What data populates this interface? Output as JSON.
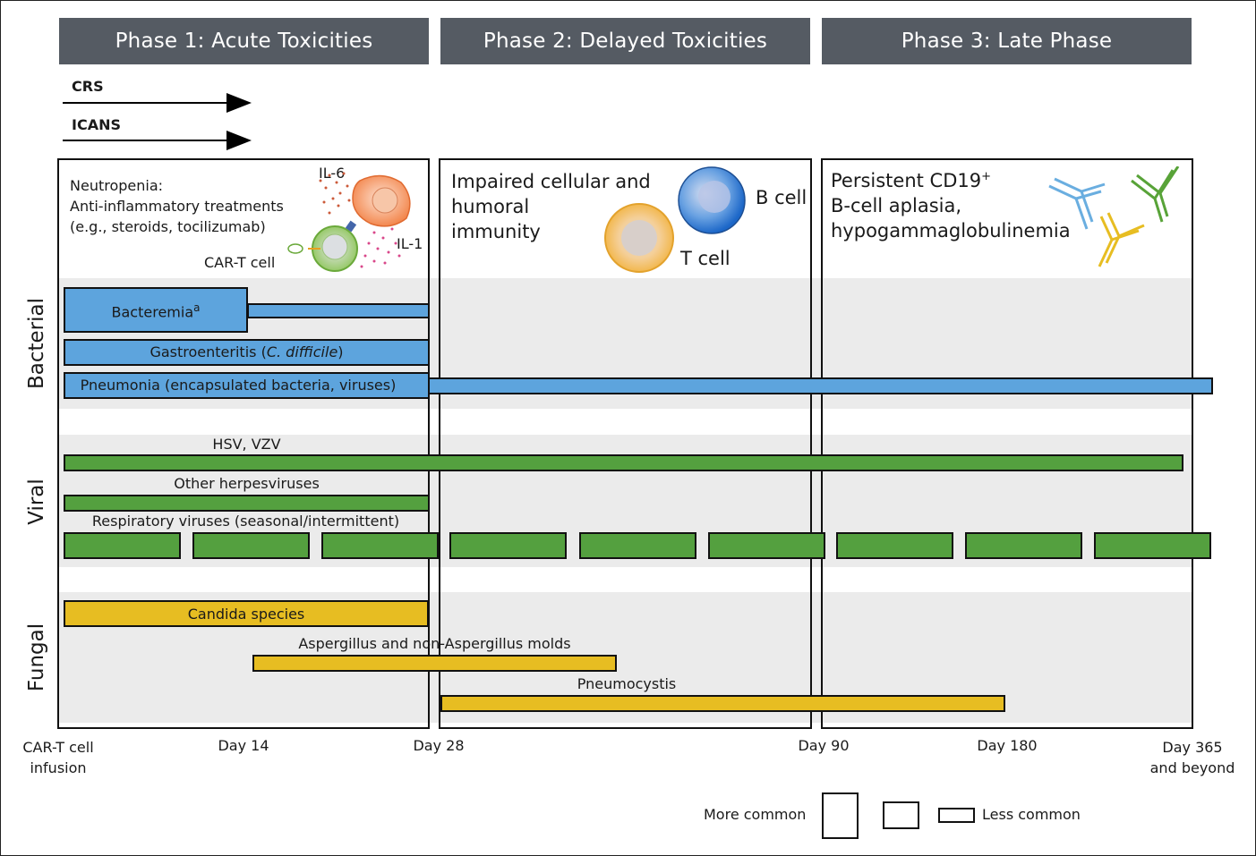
{
  "phases": [
    {
      "label": "Phase 1: Acute Toxicities"
    },
    {
      "label": "Phase 2: Delayed Toxicities"
    },
    {
      "label": "Phase 3: Late Phase"
    }
  ],
  "arrows": [
    {
      "label": "CRS"
    },
    {
      "label": "ICANS"
    }
  ],
  "phase1_panel": {
    "line1": "Neutropenia:",
    "line2": "Anti-inflammatory treatments",
    "line3": "(e.g., steroids, tocilizumab)",
    "il6": "IL-6",
    "il1": "IL-1",
    "cart_label": "CAR-T cell"
  },
  "phase2_panel": {
    "line1": "Impaired cellular and",
    "line2": "humoral",
    "line3": "immunity",
    "bcell": "B cell",
    "tcell": "T cell"
  },
  "phase3_panel": {
    "line1": "Persistent CD19",
    "line1_sup": "+",
    "line2": "B-cell aplasia,",
    "line3": "hypogammaglobulinemia"
  },
  "categories": [
    {
      "label": "Bacterial"
    },
    {
      "label": "Viral"
    },
    {
      "label": "Fungal"
    }
  ],
  "infections": {
    "bacteremia": {
      "label": "Bacteremia",
      "sup": "a"
    },
    "gastro": {
      "pre": "Gastroenteritis (",
      "italic": "C. difficile",
      "post": ")"
    },
    "pneumonia": {
      "label": "Pneumonia (encapsulated bacteria, viruses)"
    },
    "hsv": {
      "label": "HSV, VZV"
    },
    "herpes": {
      "label": "Other herpesviruses"
    },
    "resp": {
      "label": "Respiratory viruses (seasonal/intermittent)"
    },
    "candida": {
      "label": "Candida species"
    },
    "asper": {
      "label": "Aspergillus and non-Aspergillus molds"
    },
    "pneumocystis": {
      "label": "Pneumocystis"
    }
  },
  "axis": [
    {
      "line1": "CAR-T cell",
      "line2": "infusion"
    },
    {
      "line1": "Day 14",
      "line2": ""
    },
    {
      "line1": "Day 28",
      "line2": ""
    },
    {
      "line1": "Day 90",
      "line2": ""
    },
    {
      "line1": "Day 180",
      "line2": ""
    },
    {
      "line1": "Day 365",
      "line2": "and beyond"
    }
  ],
  "legend": {
    "more": "More common",
    "less": "Less common"
  },
  "colors": {
    "bacterial": "#5da4dd",
    "viral": "#54a03f",
    "fungal": "#e7bd22",
    "header": "#555b63"
  }
}
